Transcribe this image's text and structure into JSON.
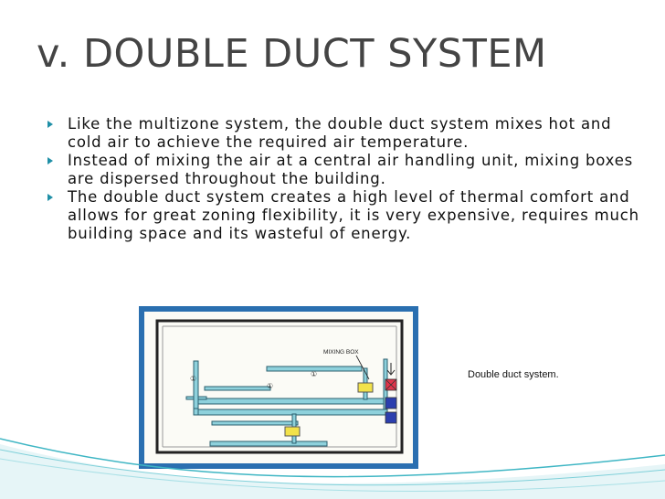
{
  "slide": {
    "title": "v. DOUBLE DUCT SYSTEM",
    "bullets": [
      "Like the multizone system, the double duct system mixes hot and cold air to achieve the required air temperature.",
      "Instead of mixing the air at a central air handling unit, mixing boxes are dispersed throughout the building.",
      "The double duct system creates a high level of thermal comfort and allows for great zoning flexibility, it is very expensive, requires much building space and its wasteful of energy."
    ],
    "figure": {
      "label": "MIXING BOX",
      "markers": [
        "①",
        "①",
        "①"
      ],
      "caption": "Double duct system."
    },
    "colors": {
      "title": "#444444",
      "bullet": "#1f8fa6",
      "duct": "#8ed1dc",
      "frame": "#2a6fb0",
      "mixing_box": "#f2e24a",
      "hot_box": "#e0334a",
      "cold_box": "#2c3fae",
      "wave": "#3fb6c4"
    }
  }
}
